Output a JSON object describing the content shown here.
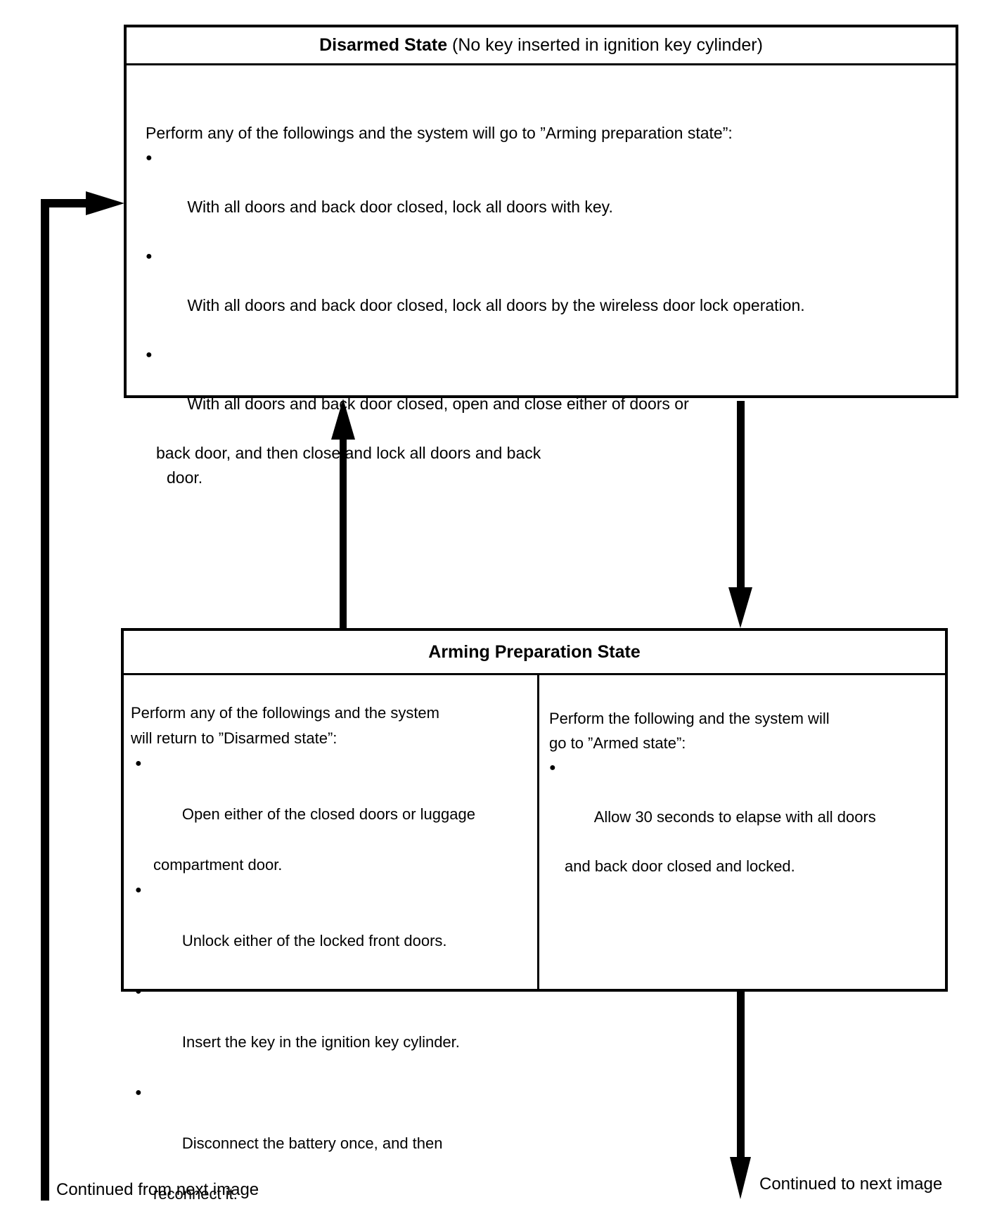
{
  "glyphs": {
    "bullet": "●"
  },
  "boxes": {
    "disarmed": {
      "title_bold": "Disarmed State",
      "title_rest": " (No key inserted in ignition key cylinder)",
      "intro": "Perform any of the followings and the system will go to ”Arming preparation state”:",
      "bullets": [
        [
          "With all doors and back door closed, lock all doors with key."
        ],
        [
          "With all doors and back door closed, lock all doors by the wireless door lock operation."
        ],
        [
          "With all doors and back door closed, open and close either of doors or",
          "back door, and then close and lock all doors and back",
          "door."
        ]
      ]
    },
    "arming": {
      "title": "Arming Preparation State",
      "left": {
        "intro": [
          "Perform any of the followings and the system",
          "will return to ”Disarmed state”:"
        ],
        "bullets": [
          [
            "Open either of the closed doors or luggage",
            "compartment door."
          ],
          [
            "Unlock either of the locked front doors."
          ],
          [
            "Insert the key in the ignition key cylinder."
          ],
          [
            "Disconnect the battery once, and then",
            "reconnect it."
          ]
        ]
      },
      "right": {
        "intro": [
          "Perform the following and the system will",
          "go to ”Armed state”:"
        ],
        "bullets": [
          [
            "Allow 30 seconds to elapse with all doors",
            "and back door closed and locked."
          ]
        ]
      }
    }
  },
  "captions": {
    "from_next": "Continued from next image",
    "to_next": "Continued to next image"
  },
  "colors": {
    "ink": "#000000",
    "background": "#ffffff"
  }
}
